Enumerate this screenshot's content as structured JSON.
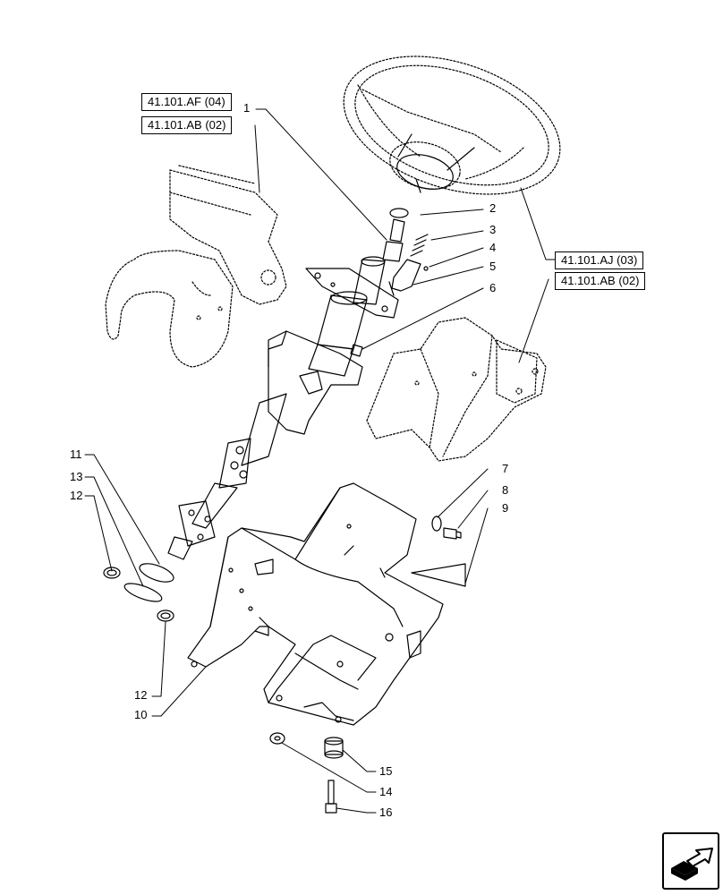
{
  "references": [
    {
      "id": "ref-41101af-04",
      "label": "41.101.AF (04)"
    },
    {
      "id": "ref-41101ab-02-top",
      "label": "41.101.AB (02)"
    },
    {
      "id": "ref-41101aj-03",
      "label": "41.101.AJ (03)"
    },
    {
      "id": "ref-41101ab-02-right",
      "label": "41.101.AB (02)"
    }
  ],
  "callouts": [
    "1",
    "2",
    "3",
    "4",
    "5",
    "6",
    "7",
    "8",
    "9",
    "10",
    "11",
    "12",
    "12",
    "13",
    "14",
    "15",
    "16"
  ],
  "colors": {
    "line": "#000000",
    "background": "#ffffff"
  },
  "icons": {
    "nav": "arrow-exit-icon"
  }
}
